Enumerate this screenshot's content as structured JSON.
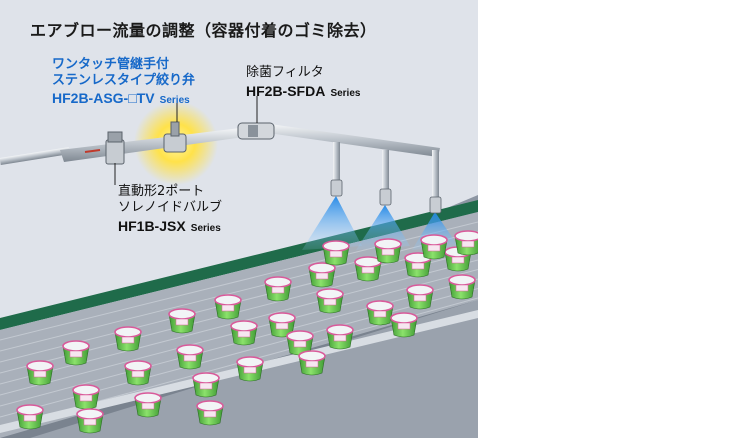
{
  "title": "エアブロー流量の調整（容器付着のゴミ除去）",
  "valve": {
    "line1": "ワンタッチ管継手付",
    "line2": "ステンレスタイプ絞り弁",
    "model": "HF2B-ASG-□TV",
    "series": "Series"
  },
  "filter": {
    "line1": "除菌フィルタ",
    "model": "HF2B-SFDA",
    "series": "Series"
  },
  "solenoid": {
    "line1": "直動形2ポート",
    "line2": "ソレノイドバルブ",
    "model": "HF1B-JSX",
    "series": "Series"
  },
  "colors": {
    "highlight_blue": "#1769c9",
    "conveyor": "#8d96a3",
    "cup_green": "#66c64e",
    "cup_pink": "#d95a9a",
    "air_blue": "#3b9be0",
    "glow_yellow": "#ffe24a"
  },
  "icons": [
    "spray-nozzle-icon",
    "cup-icon",
    "valve-icon",
    "filter-icon"
  ]
}
